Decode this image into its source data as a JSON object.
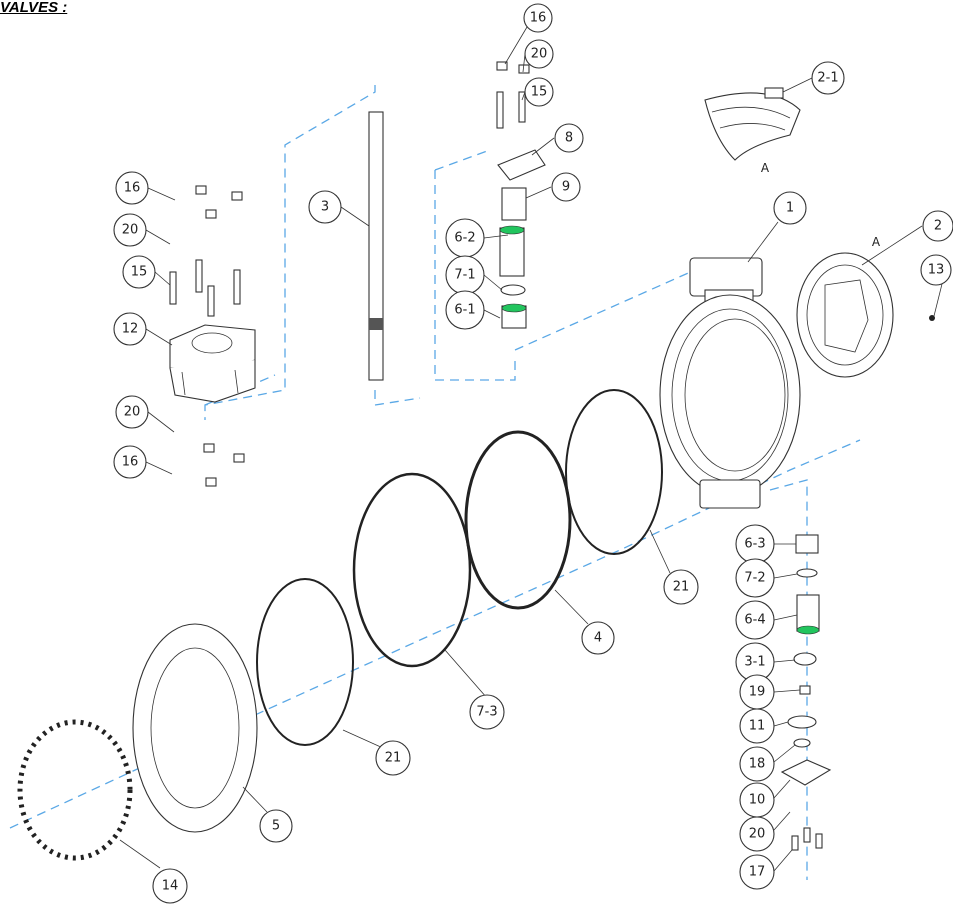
{
  "title": "VALVES :",
  "detail_labels": [
    "A",
    "A"
  ],
  "balloons": [
    {
      "label": "16"
    },
    {
      "label": "20"
    },
    {
      "label": "15"
    },
    {
      "label": "2-1"
    },
    {
      "label": "8"
    },
    {
      "label": "9"
    },
    {
      "label": "3"
    },
    {
      "label": "16"
    },
    {
      "label": "20"
    },
    {
      "label": "15"
    },
    {
      "label": "12"
    },
    {
      "label": "20"
    },
    {
      "label": "16"
    },
    {
      "label": "6-2"
    },
    {
      "label": "7-1"
    },
    {
      "label": "6-1"
    },
    {
      "label": "1"
    },
    {
      "label": "2"
    },
    {
      "label": "13"
    },
    {
      "label": "21"
    },
    {
      "label": "4"
    },
    {
      "label": "7-3"
    },
    {
      "label": "21"
    },
    {
      "label": "5"
    },
    {
      "label": "14"
    },
    {
      "label": "6-3"
    },
    {
      "label": "7-2"
    },
    {
      "label": "6-4"
    },
    {
      "label": "3-1"
    },
    {
      "label": "19"
    },
    {
      "label": "11"
    },
    {
      "label": "18"
    },
    {
      "label": "10"
    },
    {
      "label": "20"
    },
    {
      "label": "17"
    }
  ]
}
